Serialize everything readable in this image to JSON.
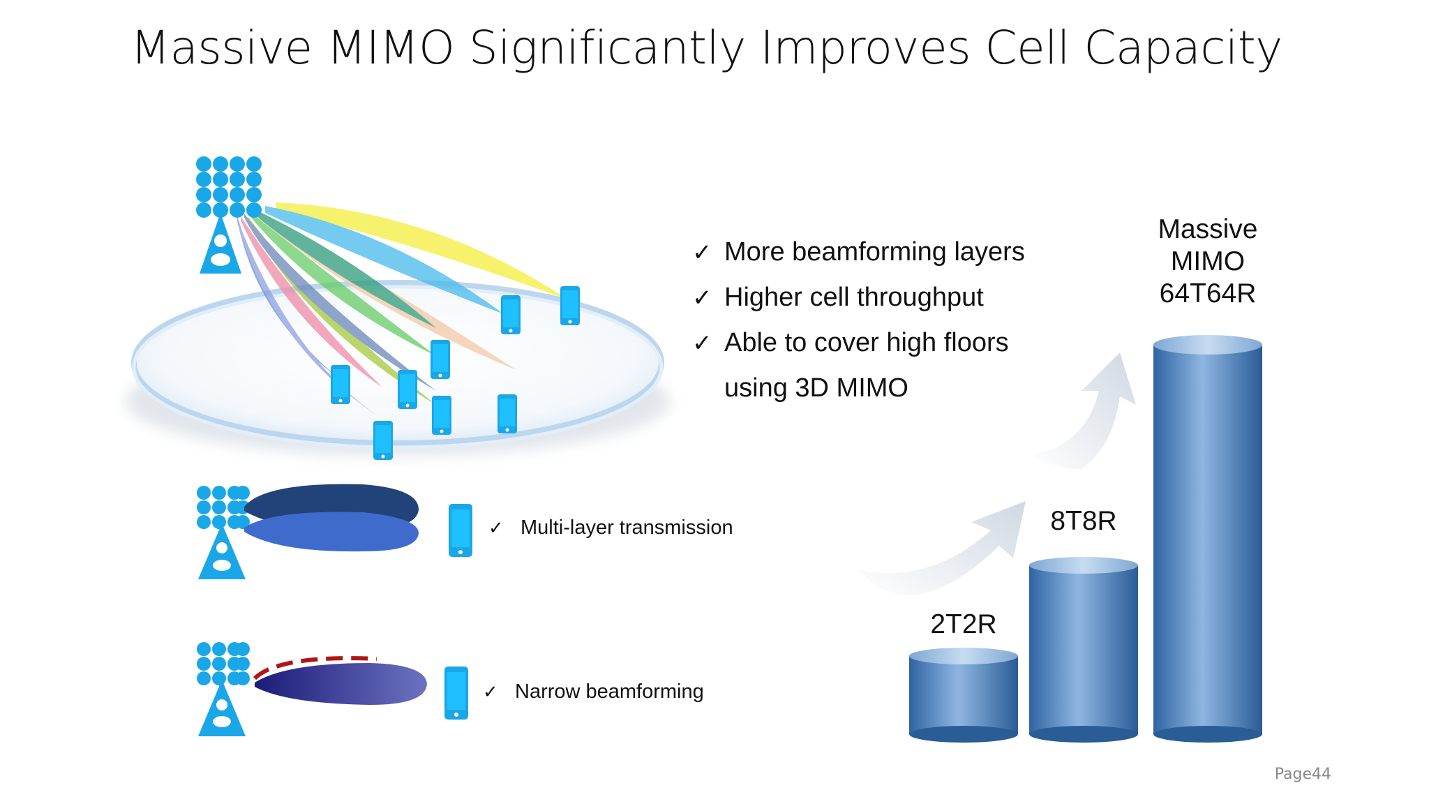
{
  "title": "Massive MIMO Significantly Improves Cell Capacity",
  "benefits": [
    "More beamforming layers",
    "Higher cell throughput",
    "Able to cover high floors",
    "using 3D MIMO"
  ],
  "techniques": [
    {
      "label": "Multi-layer transmission"
    },
    {
      "label": "Narrow beamforming"
    }
  ],
  "capacity_steps": [
    {
      "label": "2T2R",
      "relative_height": 1.0
    },
    {
      "label": "8T8R",
      "relative_height": 1.62
    },
    {
      "label": "Massive MIMO 64T64R",
      "label_lines": [
        "Massive",
        "MIMO",
        "64T64R"
      ],
      "relative_height": 3.65
    }
  ],
  "colors": {
    "antenna": "#1aa7e8",
    "bar": "#3f7fbf",
    "arrow": "#dde3ea",
    "beam_dark": "#22437a",
    "beam_mid": "#3f6ccc",
    "dashed_outline": "#b01616"
  },
  "beam_colors": [
    "#f7f35a",
    "#6fc8f0",
    "#9bc7ea",
    "#44a88e",
    "#7fd277",
    "#9ec04d",
    "#f2c4a6",
    "#f29bb0",
    "#7fa0db",
    "#a5b3e6"
  ],
  "page_label": "Page44"
}
